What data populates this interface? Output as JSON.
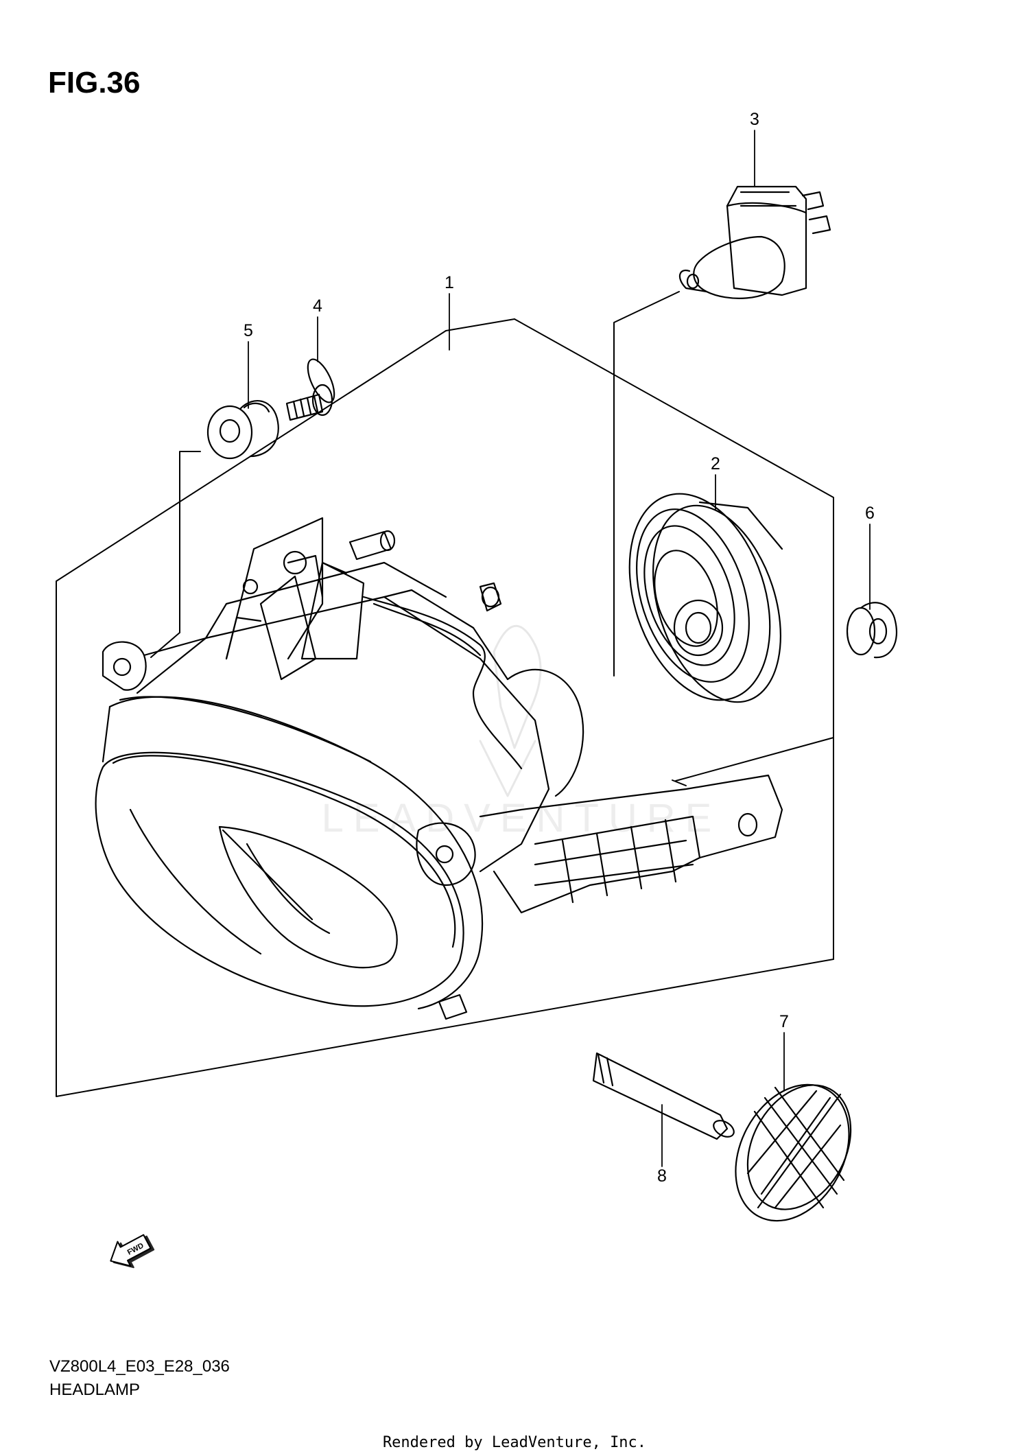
{
  "figure": {
    "title": "FIG.36",
    "model_code": "VZ800L4_E03_E28_036",
    "section_name": "HEADLAMP",
    "footer": "Rendered by LeadVenture, Inc.",
    "watermark": "LEADVENTURE"
  },
  "callouts": [
    {
      "id": "1",
      "label": "1"
    },
    {
      "id": "2",
      "label": "2"
    },
    {
      "id": "3",
      "label": "3"
    },
    {
      "id": "4",
      "label": "4"
    },
    {
      "id": "5",
      "label": "5"
    },
    {
      "id": "6",
      "label": "6"
    },
    {
      "id": "7",
      "label": "7"
    },
    {
      "id": "8",
      "label": "8"
    }
  ],
  "fwd_icon": {
    "icon": "fwd-arrow-icon",
    "text": "FWD"
  },
  "colors": {
    "line": "#000000",
    "background": "#ffffff",
    "watermark": "#d9d9d9"
  }
}
